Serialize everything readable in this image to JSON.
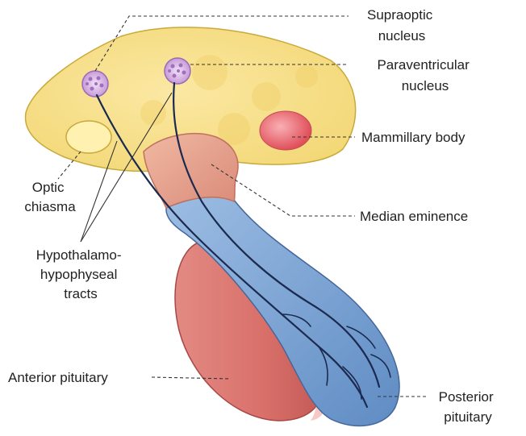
{
  "labels": {
    "supraoptic": [
      "Supraoptic",
      "nucleus"
    ],
    "paraventricular": [
      "Paraventricular",
      "nucleus"
    ],
    "mammillary": "Mammillary body",
    "optic": [
      "Optic",
      "chiasma"
    ],
    "median": "Median eminence",
    "tracts": [
      "Hypothalamo-",
      "hypophyseal",
      "tracts"
    ],
    "anterior": "Anterior pituitary",
    "posterior": [
      "Posterior",
      "pituitary"
    ]
  },
  "colors": {
    "hypothalamus": "#f5df86",
    "hypothalamus_edge": "#c9a93a",
    "stalk": "#e7a08a",
    "anterior": "#d9706a",
    "posterior": "#7ea7d6",
    "nucleus": "#d9b8e8",
    "mammillary": "#e96a72",
    "axon": "#1c2a50"
  }
}
